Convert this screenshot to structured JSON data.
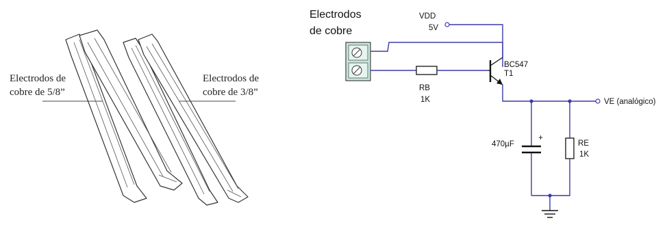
{
  "illustration": {
    "label_left_1": "Electrodos de",
    "label_left_2": "cobre de 5/8”",
    "label_right_1": "Electrodos de",
    "label_right_2": "cobre de 3/8”"
  },
  "circuit": {
    "title_1": "Electrodos",
    "title_2": "de cobre",
    "vdd_name": "VDD",
    "vdd_value": "5V",
    "transistor_model": "BC547",
    "transistor_ref": "T1",
    "rb_name": "RB",
    "rb_value": "1K",
    "cap_value": "470µF",
    "cap_polarity": "+",
    "re_name": "RE",
    "re_value": "1K",
    "output_label": "VE (analógico)"
  },
  "colors": {
    "wire": "#3a3aa8",
    "component": "#111111",
    "terminal_block": "#c8e6dd"
  }
}
